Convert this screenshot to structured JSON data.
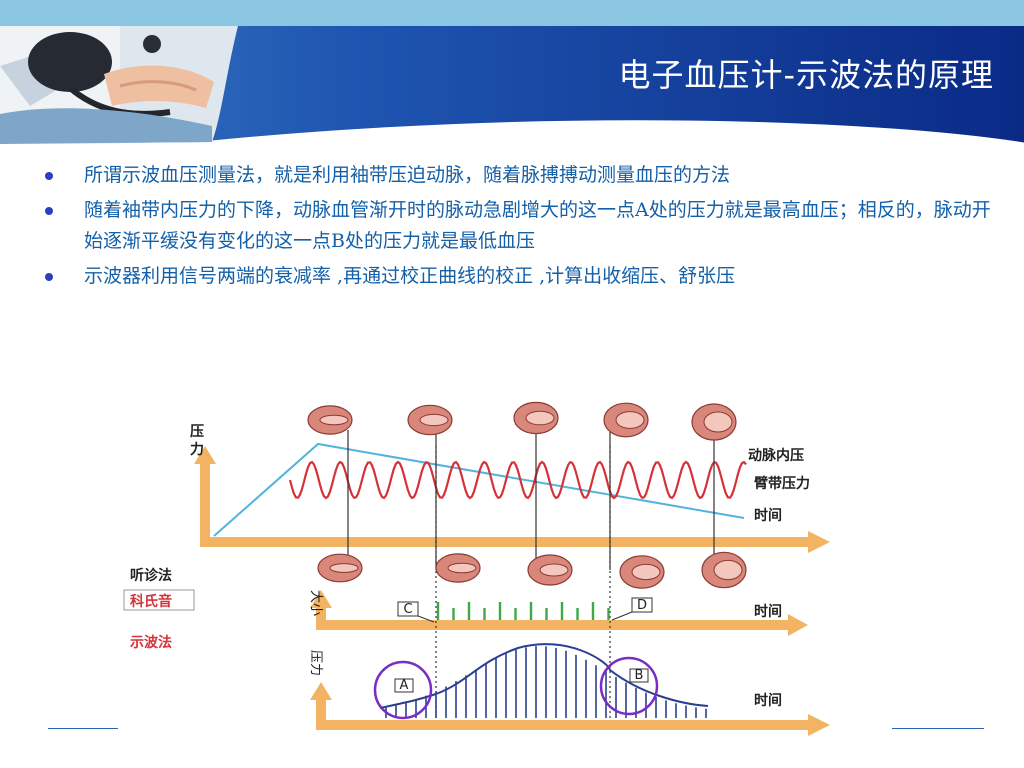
{
  "title": "电子血压计-示波法的原理",
  "bullets": [
    "所谓示波血压测量法，就是利用袖带压迫动脉，随着脉搏搏动测量血压的方法",
    "随着袖带内压力的下降，动脉血管渐开时的脉动急剧增大的这一点A处的压力就是最高血压；相反的，脉动开始逐渐平缓没有变化的这一点B处的压力就是最低血压",
    "示波器利用信号两端的衰减率 ,再通过校正曲线的校正 ,计算出收缩压、舒张压"
  ],
  "diagram": {
    "pressure_axis": "压力",
    "artery_pressure": "动脉内压",
    "cuff_pressure": "臂带压力",
    "time_label": "时间",
    "auscultation": "听诊法",
    "korotkoff": "科氏音",
    "oscillometric": "示波法",
    "sound_axis": "大小",
    "amplitude_axis": "压力",
    "marker_c": "C",
    "marker_d": "D",
    "marker_a": "A",
    "marker_b": "B"
  },
  "colors": {
    "title_bg": "#0d2f8c",
    "arrow": "#f2b462",
    "pulse_wave": "#d5323a",
    "cuff_line": "#52b3de",
    "green_bars": "#3fa844",
    "blue_bars": "#2a3f90",
    "circle": "#7a2cc4"
  }
}
